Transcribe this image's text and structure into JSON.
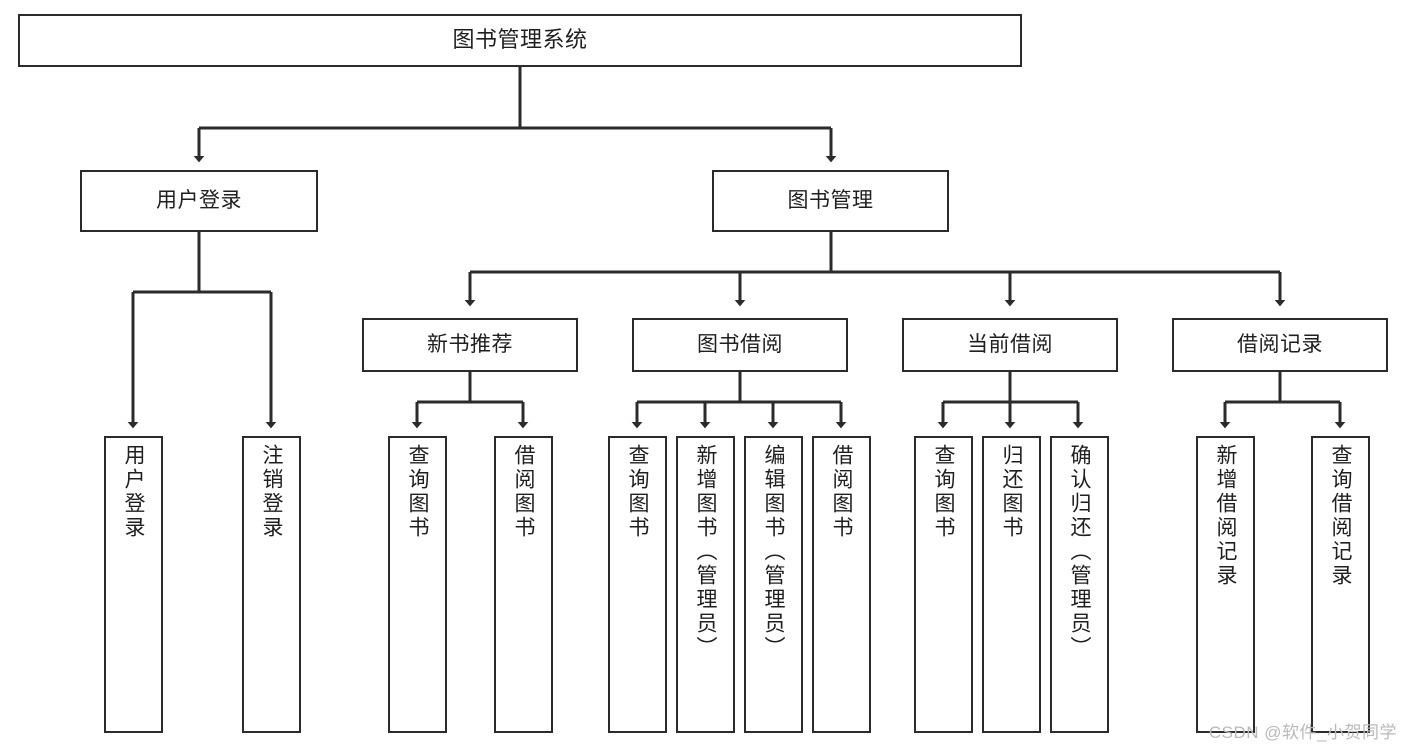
{
  "diagram": {
    "type": "tree",
    "title": "图书管理系统",
    "watermark": "CSDN @软件_小贺同学",
    "colors": {
      "stroke": "#2b2b2b",
      "fill": "#ffffff",
      "text": "#1f1f1f",
      "watermark": "#b9b9b9"
    },
    "nodes": {
      "root": "图书管理系统",
      "l2": {
        "user_login": "用户登录",
        "book_manage": "图书管理"
      },
      "l3": {
        "new_book_recommend": "新书推荐",
        "book_borrow": "图书借阅",
        "current_borrow": "当前借阅",
        "borrow_record": "借阅记录"
      },
      "leaves": {
        "user_login_1": "用户登录",
        "user_login_2": "注销登录",
        "recommend_1": "查询图书",
        "recommend_2": "借阅图书",
        "borrow_1": "查询图书",
        "borrow_2": "新增图书（管理员）",
        "borrow_3": "编辑图书（管理员）",
        "borrow_4": "借阅图书",
        "current_1": "查询图书",
        "current_2": "归还图书",
        "current_3": "确认归还（管理员）",
        "record_1": "新增借阅记录",
        "record_2": "查询借阅记录"
      }
    },
    "edges": [
      {
        "from": "图书管理系统",
        "to": "用户登录"
      },
      {
        "from": "图书管理系统",
        "to": "图书管理"
      },
      {
        "from": "用户登录",
        "to": "用户登录"
      },
      {
        "from": "用户登录",
        "to": "注销登录"
      },
      {
        "from": "图书管理",
        "to": "新书推荐"
      },
      {
        "from": "图书管理",
        "to": "图书借阅"
      },
      {
        "from": "图书管理",
        "to": "当前借阅"
      },
      {
        "from": "图书管理",
        "to": "借阅记录"
      },
      {
        "from": "新书推荐",
        "to": "查询图书"
      },
      {
        "from": "新书推荐",
        "to": "借阅图书"
      },
      {
        "from": "图书借阅",
        "to": "查询图书"
      },
      {
        "from": "图书借阅",
        "to": "新增图书（管理员）"
      },
      {
        "from": "图书借阅",
        "to": "编辑图书（管理员）"
      },
      {
        "from": "图书借阅",
        "to": "借阅图书"
      },
      {
        "from": "当前借阅",
        "to": "查询图书"
      },
      {
        "from": "当前借阅",
        "to": "归还图书"
      },
      {
        "from": "当前借阅",
        "to": "确认归还（管理员）"
      },
      {
        "from": "借阅记录",
        "to": "新增借阅记录"
      },
      {
        "from": "借阅记录",
        "to": "查询借阅记录"
      }
    ]
  }
}
